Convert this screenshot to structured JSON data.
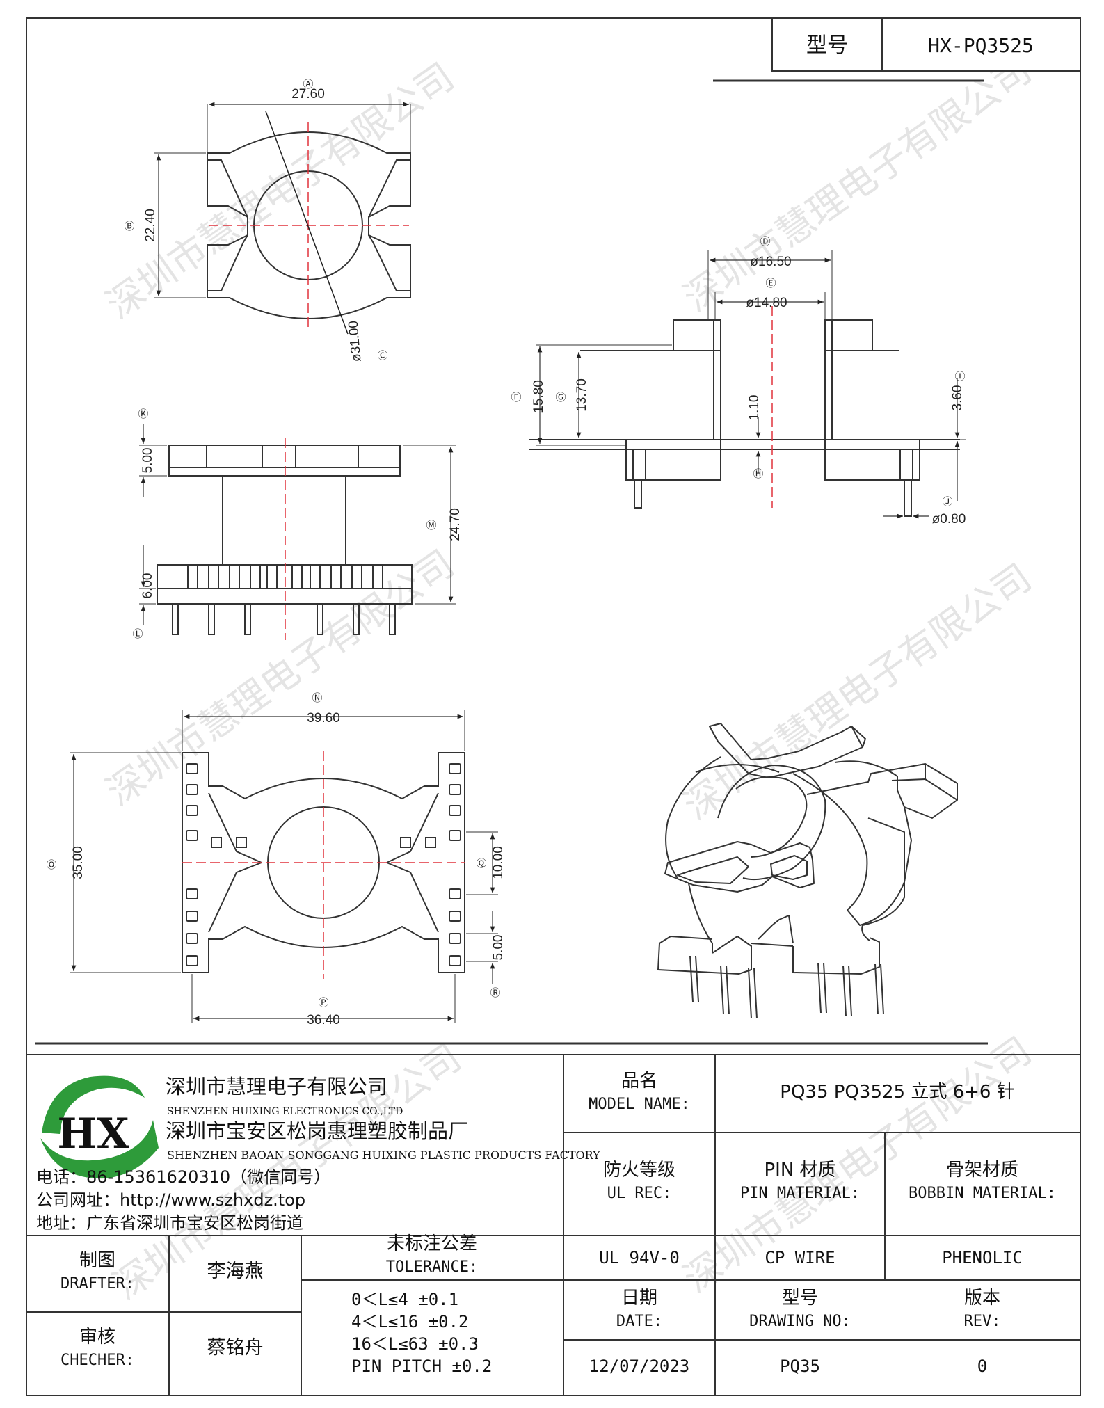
{
  "header": {
    "model_label": "型号",
    "model_value": "HX-PQ3525"
  },
  "watermark": "深圳市慧理电子有限公司",
  "dimensions": {
    "A": "27.60",
    "B": "22.40",
    "C": "ø31.00",
    "D": "ø16.50",
    "E": "ø14.80",
    "F": "15.80",
    "G": "13.70",
    "H": "1.10",
    "I": "3.60",
    "J": "ø0.80",
    "K": "5.00",
    "L": "6.00",
    "M": "24.70",
    "N": "39.60",
    "O": "35.00",
    "P": "36.40",
    "Q": "10.00",
    "R": "5.00"
  },
  "company": {
    "logo_text": "HX",
    "name_cn": "深圳市慧理电子有限公司",
    "name_en": "SHENZHEN HUIXING ELECTRONICS CO.,LTD",
    "factory_cn": "深圳市宝安区松岗惠理塑胶制品厂",
    "factory_en": "SHENZHEN BAOAN SONGGANG HUIXING PLASTIC PRODUCTS FACTORY",
    "phone": "电话：86-15361620310（微信同号）",
    "website": "公司网址：http://www.szhxdz.top",
    "address": "地址：广东省深圳市宝安区松岗街道"
  },
  "title_block": {
    "model_name_cn": "品名",
    "model_name_en": "MODEL NAME:",
    "model_name_value": "PQ35 PQ3525 立式 6+6 针",
    "ul_rec_cn": "防火等级",
    "ul_rec_en": "UL REC:",
    "pin_material_cn": "PIN 材质",
    "pin_material_en": "PIN MATERIAL:",
    "bobbin_material_cn": "骨架材质",
    "bobbin_material_en": "BOBBIN MATERIAL:",
    "ul_value": "UL 94V-0",
    "pin_value": "CP WIRE",
    "bobbin_value": "PHENOLIC",
    "drafter_cn": "制图",
    "drafter_en": "DRAFTER:",
    "drafter_name": "李海燕",
    "checker_cn": "审核",
    "checker_en": "CHECHER:",
    "checker_name": "蔡铭舟",
    "tolerance_cn": "未标注公差",
    "tolerance_en": "TOLERANCE:",
    "tolerances": [
      "0＜L≤4  ±0.1",
      "4＜L≤16 ±0.2",
      "16＜L≤63 ±0.3",
      "PIN PITCH ±0.2"
    ],
    "date_cn": "日期",
    "date_en": "DATE:",
    "drawing_no_cn": "型号",
    "drawing_no_en": "DRAWING NO:",
    "rev_cn": "版本",
    "rev_en": "REV:",
    "date_value": "12/07/2023",
    "drawing_no_value": "PQ35",
    "rev_value": "0"
  },
  "colors": {
    "line": "#333333",
    "centerline": "#e0323c",
    "logo_green": "#2e9b3a",
    "logo_yellow": "#e8c21a"
  }
}
